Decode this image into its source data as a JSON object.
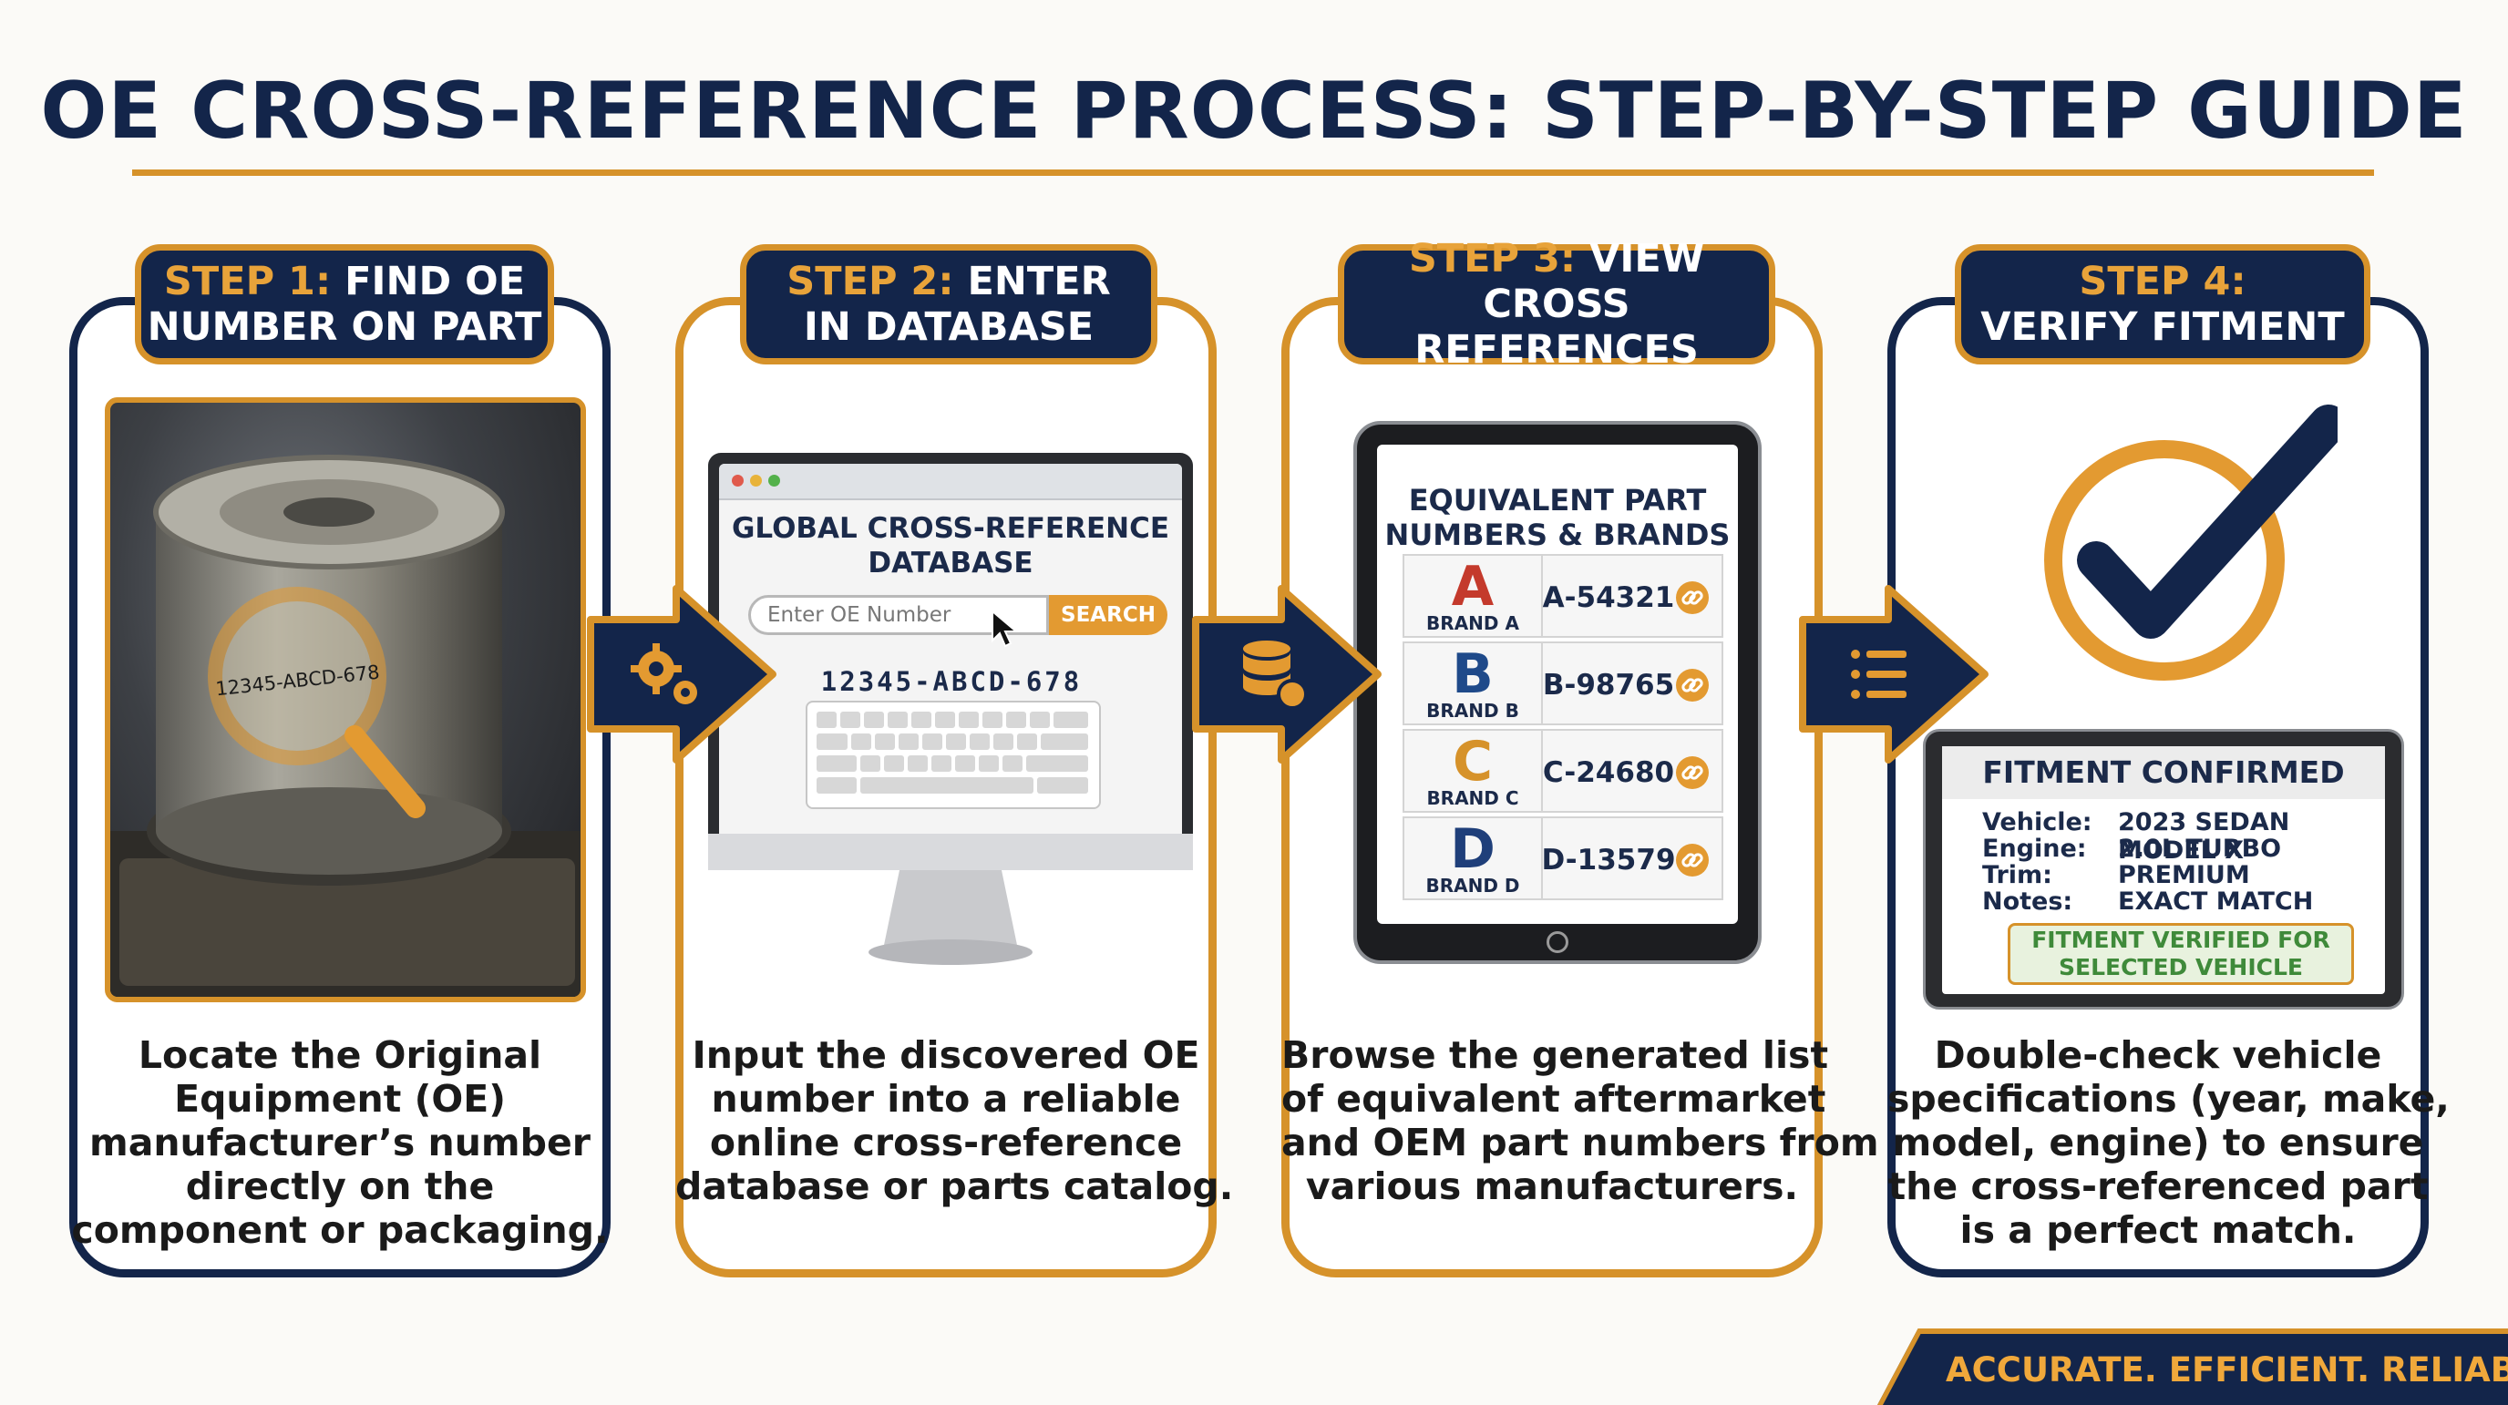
{
  "title": "OE CROSS-REFERENCE PROCESS: STEP-BY-STEP GUIDE",
  "steps": [
    {
      "num": "STEP 1:",
      "title_line1": "FIND OE",
      "title_line2": "NUMBER ON PART",
      "desc": [
        "Locate the Original",
        "Equipment (OE)",
        "manufacturer’s number",
        "directly on the",
        "component or packaging."
      ],
      "part_label": "12345-ABCD-678"
    },
    {
      "num": "STEP 2:",
      "title_line1": "ENTER",
      "title_line2": "IN DATABASE",
      "desc": [
        "Input the discovered OE",
        "number into a reliable",
        "online cross-reference",
        "database or parts catalog."
      ],
      "screen_title": [
        "GLOBAL CROSS-REFERENCE",
        "DATABASE"
      ],
      "search_placeholder": "Enter OE Number",
      "search_button": "SEARCH",
      "entered_number": "12345-ABCD-678"
    },
    {
      "num": "STEP 3:",
      "title_line1": "VIEW",
      "title_line2": "CROSS REFERENCES",
      "desc": [
        "Browse the generated list",
        "of equivalent aftermarket",
        "and OEM part numbers from",
        "various manufacturers."
      ],
      "screen_title": [
        "EQUIVALENT PART",
        "NUMBERS & BRANDS"
      ],
      "brands": [
        {
          "letter": "A",
          "name": "BRAND A",
          "part": "A-54321",
          "color": "#c43a2c"
        },
        {
          "letter": "B",
          "name": "BRAND B",
          "part": "B-98765",
          "color": "#1f4a8a"
        },
        {
          "letter": "C",
          "name": "BRAND C",
          "part": "C-24680",
          "color": "#d6922a"
        },
        {
          "letter": "D",
          "name": "BRAND D",
          "part": "D-13579",
          "color": "#1f3f7a"
        }
      ]
    },
    {
      "num": "STEP 4:",
      "title_line1": "",
      "title_line2": "VERIFY FITMENT",
      "desc": [
        "Double-check vehicle",
        "specifications (year, make,",
        "model, engine) to ensure",
        "the cross-referenced part",
        "is a perfect match."
      ],
      "panel_title": "FITMENT CONFIRMED",
      "fields": [
        {
          "label": "Vehicle:",
          "value": "2023 SEDAN MODEL X"
        },
        {
          "label": "Engine:",
          "value": "2.0L TURBO"
        },
        {
          "label": "Trim:",
          "value": "PREMIUM"
        },
        {
          "label": "Notes:",
          "value": "EXACT MATCH"
        }
      ],
      "badge": [
        "FITMENT VERIFIED FOR",
        "SELECTED VEHICLE"
      ]
    }
  ],
  "arrows": [
    {
      "icon": "gears-icon"
    },
    {
      "icon": "database-icon"
    },
    {
      "icon": "list-icon"
    }
  ],
  "footer": "ACCURATE. EFFICIENT. RELIABLE.",
  "colors": {
    "navy": "#13254a",
    "gold": "#d6922a",
    "accent": "#e39a31",
    "green": "#3f8a3a"
  }
}
